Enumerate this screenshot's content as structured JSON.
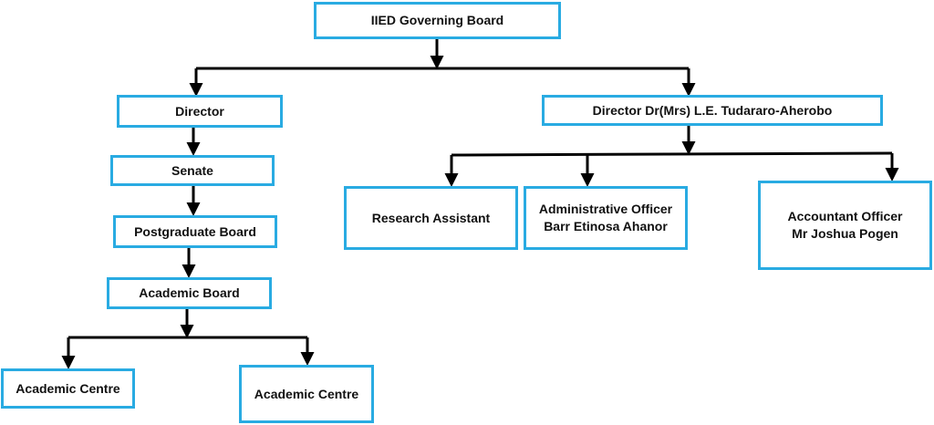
{
  "colors": {
    "box_border": "#29abe2",
    "connector": "#000000",
    "text": "#111111"
  },
  "nodes": {
    "governing_board": {
      "line1": "IIED Governing Board"
    },
    "director_left": {
      "line1": "Director"
    },
    "director_right": {
      "line1": "Director Dr(Mrs) L.E. Tudararo-Aherobo"
    },
    "senate": {
      "line1": "Senate"
    },
    "postgraduate_board": {
      "line1": "Postgraduate Board"
    },
    "academic_board": {
      "line1": "Academic Board"
    },
    "academic_centre_1": {
      "line1": "Academic Centre"
    },
    "academic_centre_2": {
      "line1": "Academic Centre"
    },
    "research_assistant": {
      "line1": "Research Assistant"
    },
    "administrative_officer": {
      "line1": "Administrative Officer",
      "line2": "Barr Etinosa Ahanor"
    },
    "accountant_officer": {
      "line1": "Accountant Officer",
      "line2": "Mr Joshua Pogen"
    }
  }
}
